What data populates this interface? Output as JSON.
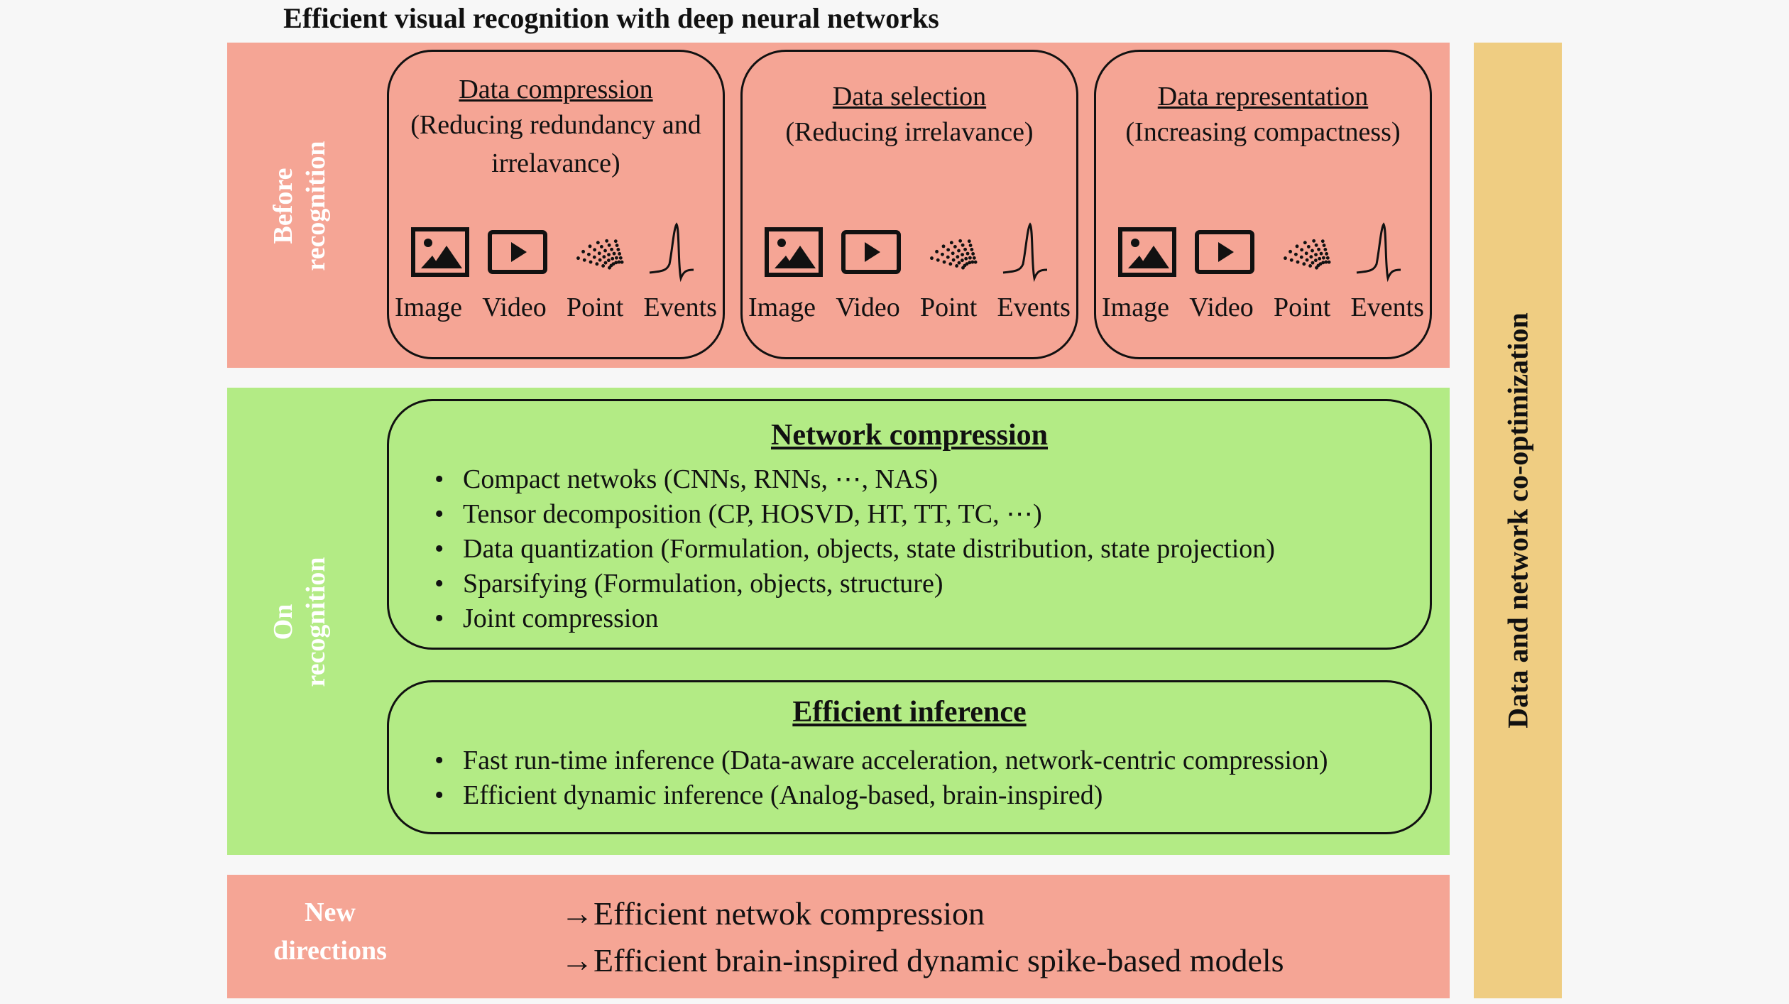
{
  "title": "Efficient visual recognition with deep neural networks",
  "side_bar": {
    "label": "Data and network co-optimization"
  },
  "before": {
    "label_line1": "Before",
    "label_line2": "recognition",
    "boxes": [
      {
        "heading": "Data compression",
        "subtitle": "(Reducing redundancy and irrelavance)",
        "modalities": [
          "Image",
          "Video",
          "Point",
          "Events"
        ]
      },
      {
        "heading": "Data selection",
        "subtitle": "(Reducing irrelavance)",
        "modalities": [
          "Image",
          "Video",
          "Point",
          "Events"
        ]
      },
      {
        "heading": "Data representation",
        "subtitle": "(Increasing compactness)",
        "modalities": [
          "Image",
          "Video",
          "Point",
          "Events"
        ]
      }
    ],
    "icons": [
      "image-icon",
      "video-icon",
      "point-cloud-icon",
      "event-spike-icon"
    ]
  },
  "on": {
    "label_line1": "On",
    "label_line2": "recognition",
    "network_compression": {
      "heading": "Network compression",
      "items": [
        "Compact netwoks (CNNs, RNNs, ⋯, NAS)",
        "Tensor decomposition (CP, HOSVD, HT, TT, TC, ⋯)",
        "Data quantization (Formulation, objects, state distribution, state projection)",
        "Sparsifying (Formulation, objects, structure)",
        "Joint compression"
      ]
    },
    "efficient_inference": {
      "heading": "Efficient inference",
      "items": [
        "Fast run-time inference (Data-aware acceleration, network-centric compression)",
        "Efficient dynamic inference (Analog-based, brain-inspired)"
      ]
    }
  },
  "new": {
    "label_line1": "New",
    "label_line2": "directions",
    "arrow": "→",
    "items": [
      "Efficient netwok compression",
      "Efficient brain-inspired dynamic spike-based models"
    ]
  },
  "colors": {
    "before_bg": "#f5a595",
    "on_bg": "#b3eb85",
    "side_bar_bg": "#efcd82"
  }
}
